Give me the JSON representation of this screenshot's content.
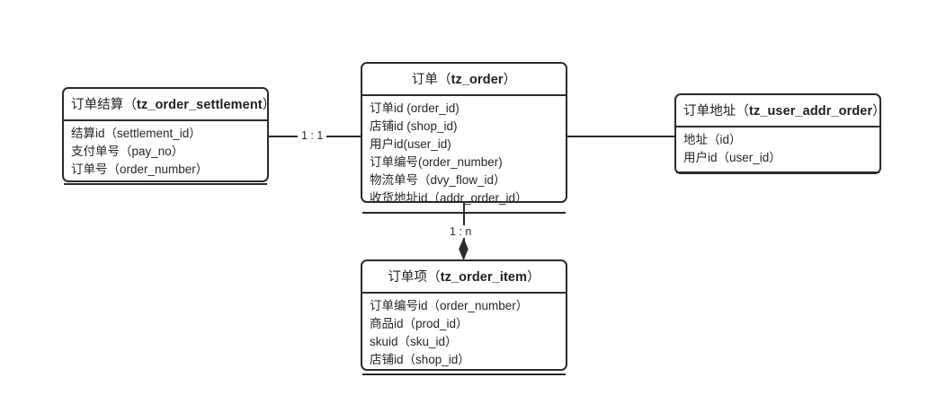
{
  "diagram": {
    "type": "er-diagram",
    "background_color": "#ffffff",
    "line_color": "#2b2b2b",
    "text_color": "#262626"
  },
  "entities": {
    "order_settlement": {
      "title_cn": "订单结算",
      "title_table": "tz_order_settlement",
      "title_full": "订单结算（tz_order_settlement）",
      "attributes": [
        "结算id（settlement_id）",
        "支付单号（pay_no）",
        "订单号（order_number）"
      ]
    },
    "order": {
      "title_cn": "订单",
      "title_table": "tz_order",
      "title_full": "订单（tz_order）",
      "attributes": [
        "订单id (order_id)",
        "店铺id (shop_id)",
        "用户id(user_id)",
        "订单编号(order_number)",
        "物流单号（dvy_flow_id）",
        "收货地址id（addr_order_id）"
      ]
    },
    "user_addr_order": {
      "title_cn": "订单地址",
      "title_table": "tz_user_addr_order",
      "title_full": "订单地址（tz_user_addr_order）",
      "attributes": [
        "地址（id）",
        "用户id（user_id）"
      ]
    },
    "order_item": {
      "title_cn": "订单项",
      "title_table": "tz_order_item",
      "title_full": "订单项（tz_order_item）",
      "attributes": [
        "订单编号id（order_number）",
        "商品id（prod_id）",
        "skuid（sku_id）",
        "店铺id（shop_id）"
      ]
    }
  },
  "relationships": {
    "settlement_to_order": {
      "label": "1 : 1",
      "from": "order_settlement",
      "to": "order",
      "marker": "none"
    },
    "order_to_item": {
      "label": "1 : n",
      "from": "order",
      "to": "order_item",
      "marker": "filled-diamond"
    },
    "order_to_addr": {
      "label": "",
      "from": "order",
      "to": "user_addr_order",
      "marker": "none"
    }
  }
}
